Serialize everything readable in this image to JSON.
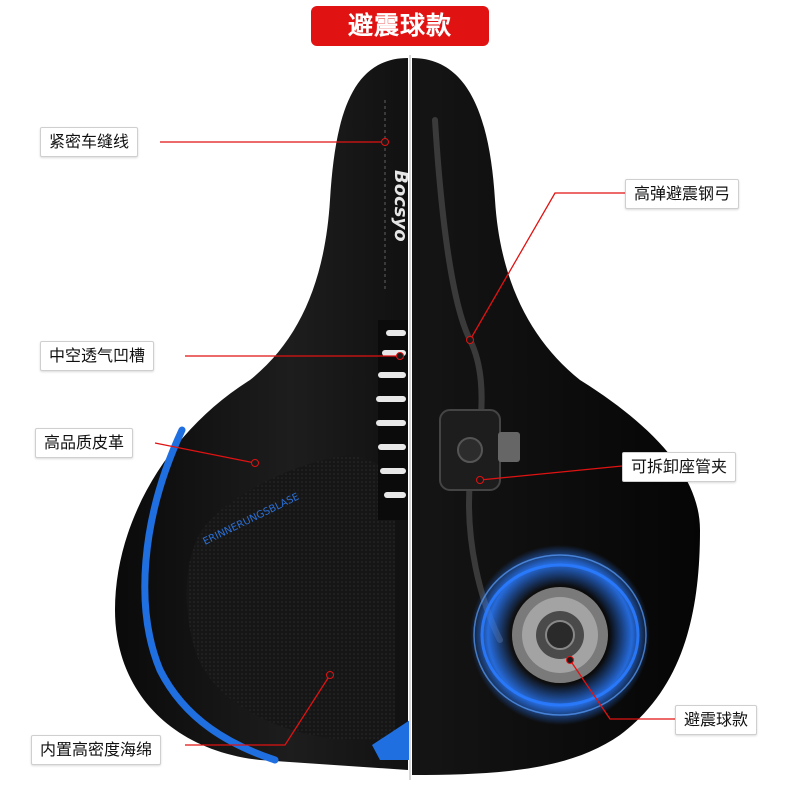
{
  "title": "避震球款",
  "callouts": {
    "left": [
      "紧密车缝线",
      "中空透气凹槽",
      "高品质皮革",
      "内置高密度海绵"
    ],
    "right": [
      "高弹避震钢弓",
      "可拆卸座管夹",
      "避震球款"
    ]
  },
  "saddle_brand_text": "Bocsyo",
  "saddle_side_text": "ERINNERUNGSBLASE",
  "colors": {
    "title_bg": "#e01212",
    "callout_line": "#e01212",
    "saddle_body": "#141414",
    "accent_stripe": "#1f6fe0",
    "glow_ring": "#2a7bff"
  },
  "icons": {
    "callout_dot": "dot-marker"
  }
}
